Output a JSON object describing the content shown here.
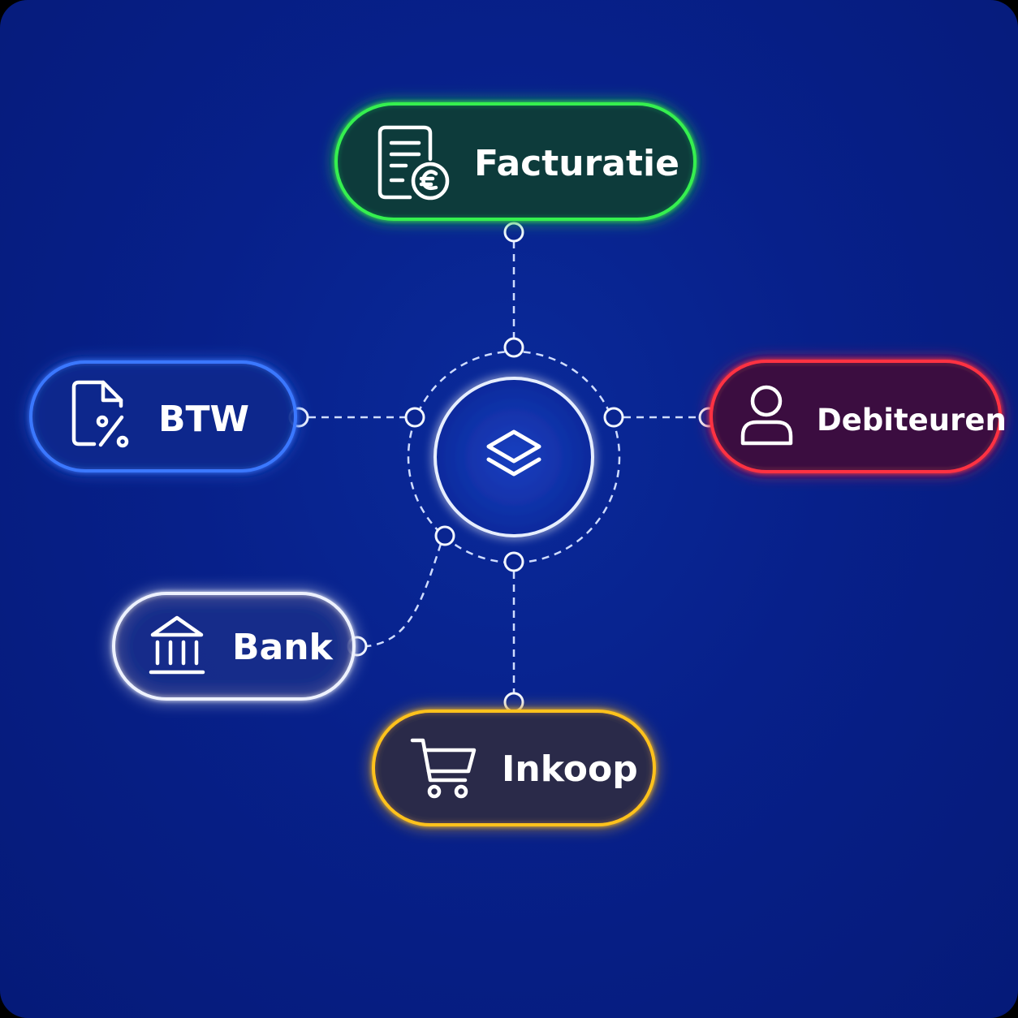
{
  "hub": {
    "icon": "layers-icon"
  },
  "nodes": [
    {
      "id": "facturatie",
      "label": "Facturatie",
      "icon": "invoice-euro-icon",
      "color": "#2ee64a"
    },
    {
      "id": "btw",
      "label": "BTW",
      "icon": "percent-document-icon",
      "color": "#2f6bff"
    },
    {
      "id": "debiteuren",
      "label": "Debiteuren",
      "icon": "user-icon",
      "color": "#ff2a3a"
    },
    {
      "id": "bank",
      "label": "Bank",
      "icon": "bank-icon",
      "color": "#e9ecff"
    },
    {
      "id": "inkoop",
      "label": "Inkoop",
      "icon": "shopping-cart-icon",
      "color": "#ffc21a"
    }
  ],
  "colors": {
    "background": "#07208a",
    "hub_stroke": "#dfe8ff",
    "connector": "#cfdcff"
  }
}
